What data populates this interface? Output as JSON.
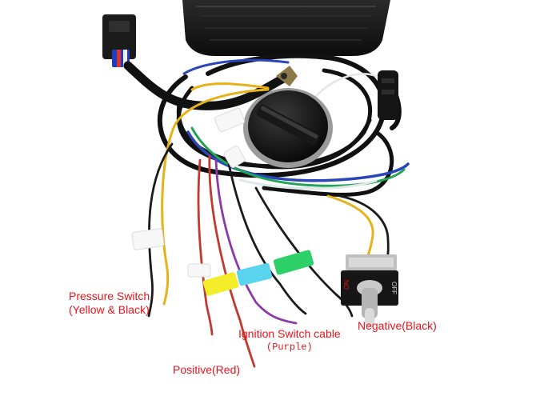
{
  "labels": {
    "pressure_switch_line1": "Pressure Switch",
    "pressure_switch_line2": "(Yellow & Black)",
    "ignition_line1": "Ignition Switch cable",
    "ignition_line2": "(Purple)",
    "negative": "Negative(Black)",
    "positive": "Positive(Red)"
  },
  "switch_markings": {
    "on": "ON",
    "off": "OFF"
  },
  "colors": {
    "label_red": "#e8141b",
    "cable_black": "#111111",
    "wire_yellow": "#e6b21a",
    "wire_purple": "#8b3aa8",
    "wire_red": "#c2392f",
    "wire_blue": "#2b46b8",
    "wire_green": "#23a25a",
    "tag_yellow": "#f4ee2a",
    "tag_cyan": "#5ad3ee",
    "tag_green": "#2ed06a"
  }
}
